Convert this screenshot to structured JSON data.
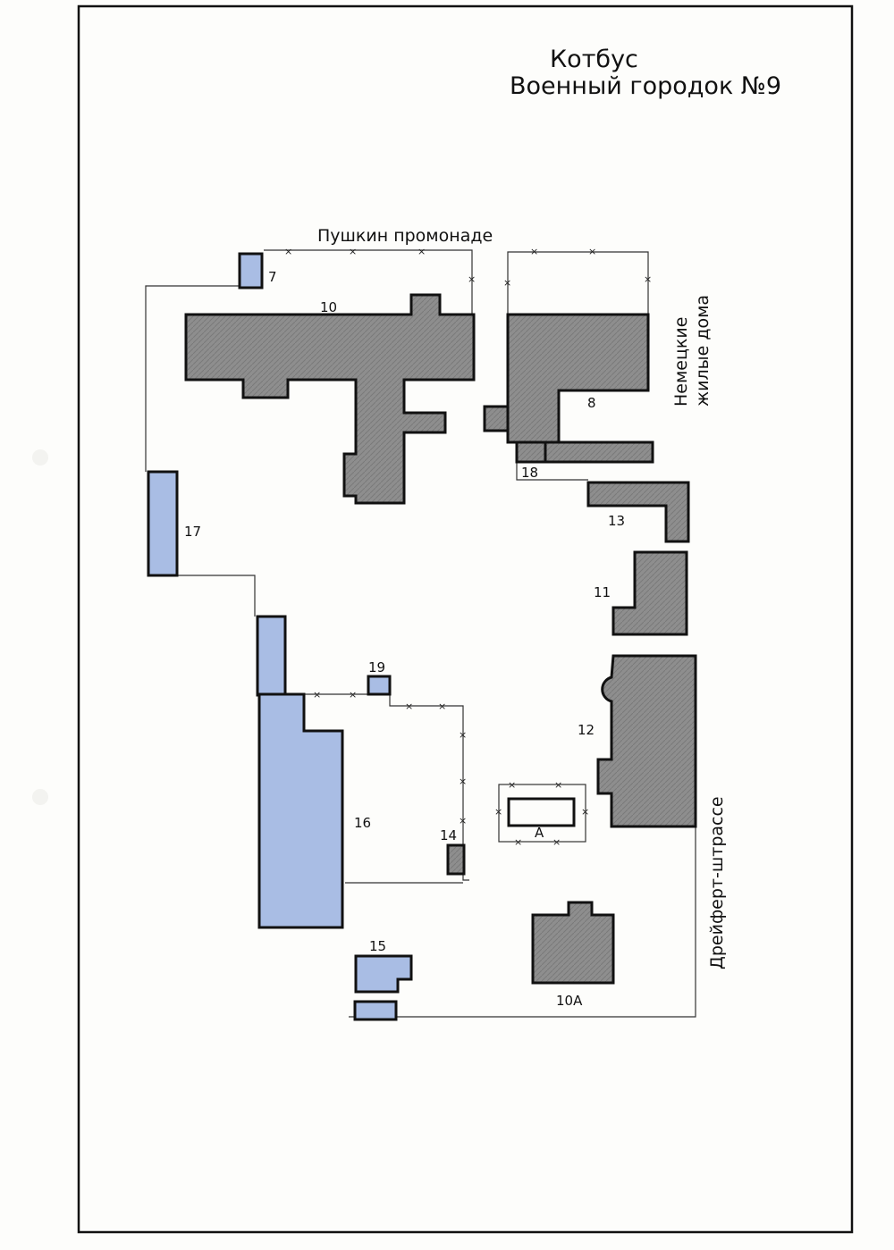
{
  "title": {
    "line1": "Котбус",
    "line2": "Военный городок №9"
  },
  "streets": {
    "top": "Пушкин промонаде",
    "right_top_line1": "Немецкие",
    "right_top_line2": "жилые дома",
    "right": "Дрейферт-штрассе"
  },
  "labels": {
    "b7": "7",
    "b10": "10",
    "b8": "8",
    "b18": "18",
    "b13": "13",
    "b17": "17",
    "b11": "11",
    "b19": "19",
    "b12": "12",
    "b16": "16",
    "b14": "14",
    "bA": "A",
    "b15": "15",
    "b10A": "10А"
  },
  "colors": {
    "dark_building": "#8e8e8e",
    "blue_building": "#a9bde4",
    "outline": "#111111",
    "paper": "#fdfdfb"
  },
  "fence_marker": "×"
}
